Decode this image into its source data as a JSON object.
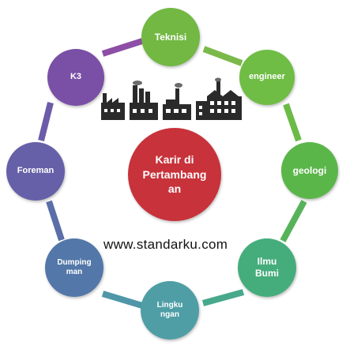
{
  "center": {
    "label": "Karir di\nPertambang\nan",
    "color": "#c8323a"
  },
  "nodes": {
    "teknisi": {
      "label": "Teknisi",
      "color": "#72b843"
    },
    "engineer": {
      "label": "engineer",
      "color": "#6fbd44"
    },
    "geologi": {
      "label": "geologi",
      "color": "#5bb64a"
    },
    "ilmu": {
      "label": "Ilmu\nBumi",
      "color": "#45ad7c"
    },
    "lingkungan": {
      "label": "Lingku\nngan",
      "color": "#4f9ea6"
    },
    "dumping": {
      "label": "Dumping\nman",
      "color": "#5377a8"
    },
    "foreman": {
      "label": "Foreman",
      "color": "#6660a8"
    },
    "k3": {
      "label": "K3",
      "color": "#7a4fa6"
    }
  },
  "watermark": "www.standarku.com",
  "icons": [
    "factory-icon",
    "factory-icon",
    "factory-icon",
    "factory-building-icon"
  ]
}
